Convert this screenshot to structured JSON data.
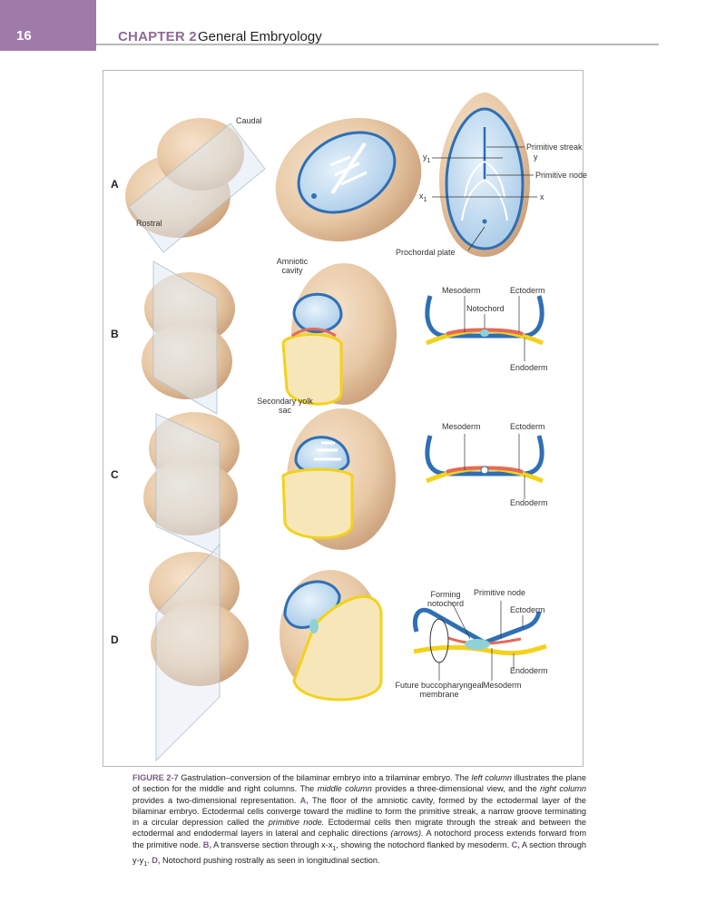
{
  "header": {
    "page_number": "16",
    "chapter_label": "CHAPTER 2",
    "chapter_title": "General Embryology"
  },
  "figure": {
    "row_labels": [
      "A",
      "B",
      "C",
      "D"
    ],
    "row_a": {
      "caudal": "Caudal",
      "rostral": "Rostral",
      "primitive_streak": "Primitive streak",
      "y1": "y",
      "y1_sub": "1",
      "y": "y",
      "primitive_node": "Primitive node",
      "x1": "x",
      "x1_sub": "1",
      "x": "x",
      "prochordal_plate": "Prochordal plate"
    },
    "row_b": {
      "amniotic_cavity": "Amniotic cavity",
      "secondary_yolk_sac": "Secondary yolk sac",
      "mesoderm": "Mesoderm",
      "ectoderm": "Ectoderm",
      "notochord": "Notochord",
      "endoderm": "Endoderm"
    },
    "row_c": {
      "mesoderm": "Mesoderm",
      "ectoderm": "Ectoderm",
      "endoderm": "Endoderm"
    },
    "row_d": {
      "forming_notochord": "Forming notochord",
      "primitive_node": "Primitive node",
      "ectoderm": "Ectoderm",
      "endoderm": "Endoderm",
      "mesoderm": "Mesoderm",
      "future_membrane": "Future buccopharyngeal membrane"
    }
  },
  "caption": {
    "figure_number": "FIGURE 2-7",
    "p1": " Gastrulation–conversion of the bilaminar embryo into a trilaminar embryo. The ",
    "left_column": "left column",
    "p2": " illustrates the plane of section for the middle and right columns. The ",
    "middle_column": "middle column",
    "p3": " provides a three-dimensional view, and the ",
    "right_column": "right column",
    "p4": " provides a two-dimensional representation. ",
    "a": "A,",
    "p5": " The floor of the amniotic cavity, formed by the ectodermal layer of the bilaminar embryo. Ectodermal cells converge toward the midline to form the primitive streak, a narrow groove terminating in a circular depression called the ",
    "primitive_node": "primitive node.",
    "p6": " Ectodermal cells then migrate through the streak and between the ectodermal and endodermal layers in lateral and cephalic directions ",
    "arrows": "(arrows).",
    "p7": " A notochord process extends forward from the primitive node. ",
    "b": "B,",
    "p8": " A transverse section through x-x",
    "p8_sub": "1",
    "p9": ", showing the notochord flanked by mesoderm. ",
    "c": "C,",
    "p10": " A section through y-y",
    "p10_sub": "1",
    "p11": ".",
    "d": "D,",
    "p12": " Notochord pushing rostrally as seen in longitudinal section."
  },
  "colors": {
    "accent_purple": "#a07aa9",
    "embryo_tan": "#e8c9a6",
    "ectoderm_blue": "#2f6fb5",
    "amnion_light_blue": "#cfe3f3",
    "endoderm_yellow": "#f2d21c",
    "mesoderm_red": "#e36a5a",
    "notochord_teal": "#8fd1d6"
  }
}
